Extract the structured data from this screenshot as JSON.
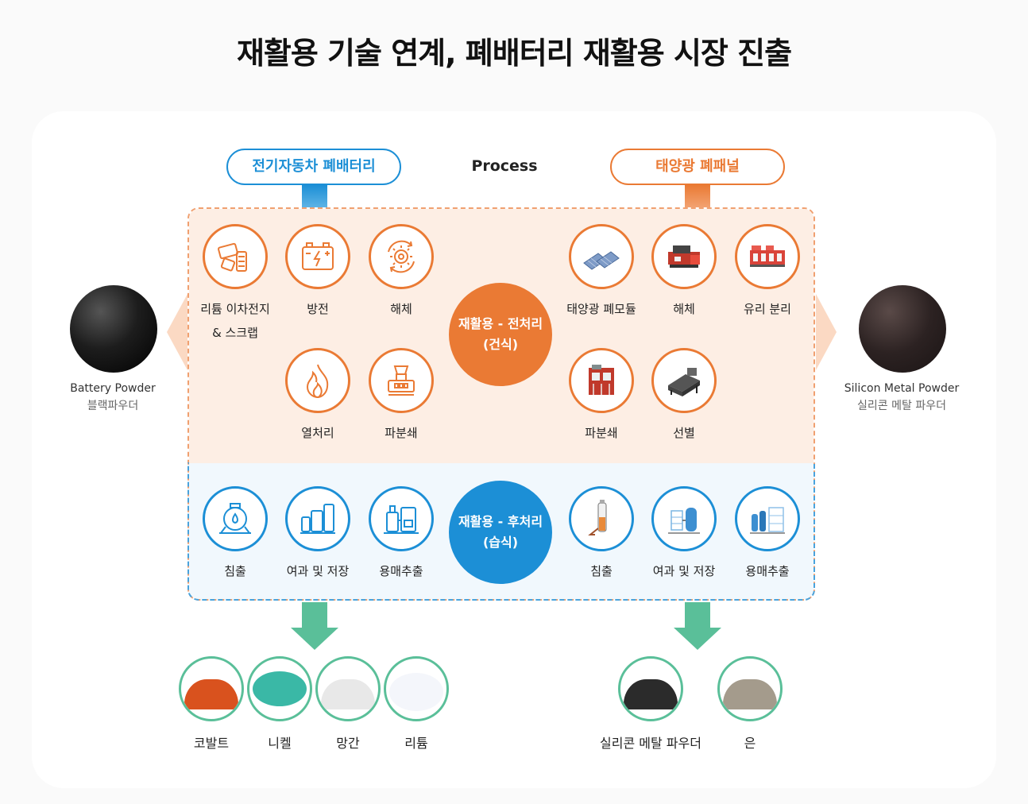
{
  "title": "재활용 기술 연계, 폐배터리 재활용 시장 진출",
  "header": {
    "left_pill": "전기자동차 폐배터리",
    "center_label": "Process",
    "right_pill": "태양광 폐패널"
  },
  "left_source": {
    "name": "Battery Powder",
    "sub": "블랙파우더"
  },
  "right_source": {
    "name": "Silicon Metal Powder",
    "sub": "실리콘 메탈 파우더"
  },
  "pre_center": {
    "line1": "재활용 - 전처리",
    "line2": "(건식)"
  },
  "post_center": {
    "line1": "재활용 - 후처리",
    "line2": "(습식)"
  },
  "battery_pre": {
    "step1a": "리튬 이차전지",
    "step1b": "& 스크랩",
    "step2": "방전",
    "step3": "해체",
    "step4": "열처리",
    "step5": "파분쇄"
  },
  "solar_pre": {
    "step1": "태양광 폐모듈",
    "step2": "해체",
    "step3": "유리 분리",
    "step4": "파분쇄",
    "step5": "선별"
  },
  "battery_post": {
    "step1": "침출",
    "step2": "여과 및 저장",
    "step3": "용매추출"
  },
  "solar_post": {
    "step1": "침출",
    "step2": "여과 및 저장",
    "step3": "용매추출"
  },
  "battery_outputs": [
    "코발트",
    "니켈",
    "망간",
    "리튬"
  ],
  "solar_outputs": [
    "실리콘 메탈 파우더",
    "은"
  ],
  "colors": {
    "orange": "#ea7a34",
    "blue": "#1c8fd6",
    "green": "#5abf99"
  }
}
